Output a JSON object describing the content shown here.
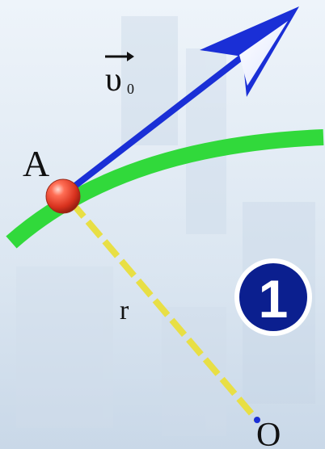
{
  "diagram": {
    "point_a_label": "A",
    "point_o_label": "O",
    "radius_label": "r",
    "velocity_symbol": "υ",
    "velocity_subscript": "0",
    "badge_number": "1"
  },
  "colors": {
    "background_top": "#edf3f9",
    "background_bottom": "#cddceb",
    "trajectory": "#31d93b",
    "velocity_vector": "#1a2fd6",
    "radius_line": "#e8e04a",
    "ball": "#e83a28",
    "badge_fill": "#0b1f8f",
    "badge_ring": "#ffffff"
  },
  "icons": {
    "ball": "red-sphere-icon",
    "badge": "numbered-badge-icon"
  }
}
